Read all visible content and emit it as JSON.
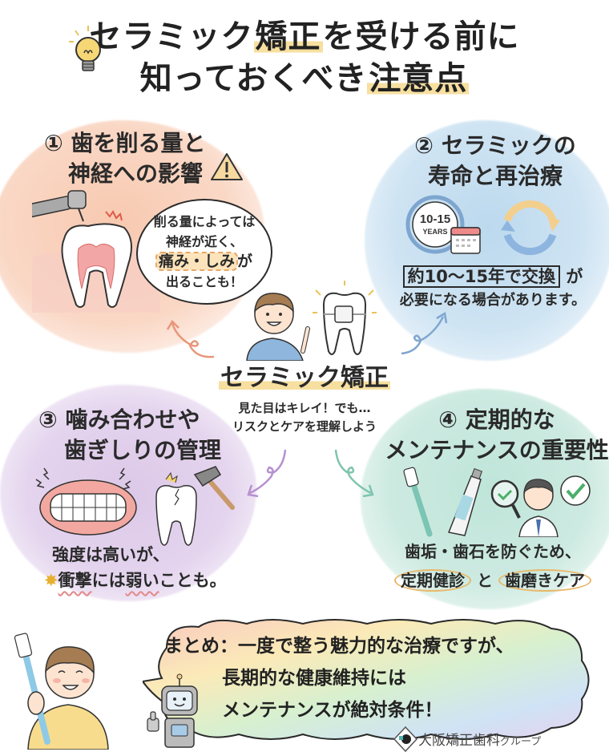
{
  "title": {
    "line1_pre": "セラミック",
    "line1_hl": "矯正",
    "line1_post": "を受ける前に",
    "line2_pre": "知っておくべき",
    "line2_hl": "注意点",
    "icon": "lightbulb-icon"
  },
  "sections": [
    {
      "number": "①",
      "title_line1": "歯を削る量と",
      "title_line2": "神経への影響",
      "icon": "warning-icon",
      "bubble": {
        "line1": "削る量によっては",
        "line2": "神経が近く、",
        "line3_hl": "痛み・しみ",
        "line3_post": "が",
        "line4": "出ることも！"
      },
      "color": "#f8c9b0"
    },
    {
      "number": "②",
      "title_line1": "セラミックの",
      "title_line2": "寿命と再治療",
      "clock_label_top": "10-15",
      "clock_label_bottom": "YEARS",
      "text_boxed": "約10〜15年で交換",
      "text_boxed_post": "が",
      "text_line2": "必要になる場合があります。",
      "color": "#bcd9ee"
    },
    {
      "number": "③",
      "title_line1": "噛み合わせや",
      "title_line2": "歯ぎしりの管理",
      "text_line1": "強度は高いが、",
      "text_line2_w1": "衝撃",
      "text_line2_mid": "には",
      "text_line2_w2": "弱い",
      "text_line2_post": "ことも。",
      "color": "#dcc8e8"
    },
    {
      "number": "④",
      "title_line1": "定期的な",
      "title_line2": "メンテナンスの重要性",
      "text_line1": "歯垢・歯石を防ぐため、",
      "oval1": "定期健診",
      "connector": "と",
      "oval2": "歯磨きケア",
      "color": "#bfe5d9"
    }
  ],
  "center": {
    "title": "セラミック矯正",
    "sub_line1": "見た目はキレイ！でも…",
    "sub_line2": "リスクとケアを理解しよう"
  },
  "summary": {
    "line1": "まとめ：一度で整う魅力的な治療ですが、",
    "line2": "長期的な健康維持には",
    "line3": "メンテナンスが絶対条件！"
  },
  "logo": {
    "main": "大阪矯正歯科",
    "suffix": "グループ"
  },
  "colors": {
    "highlight": "#f7dfa0",
    "arrow_orange": "#e8967a",
    "arrow_blue": "#7ea6cf",
    "arrow_purple": "#b690cf",
    "arrow_green": "#7ec4ae",
    "oval_border": "#e8b86a"
  }
}
